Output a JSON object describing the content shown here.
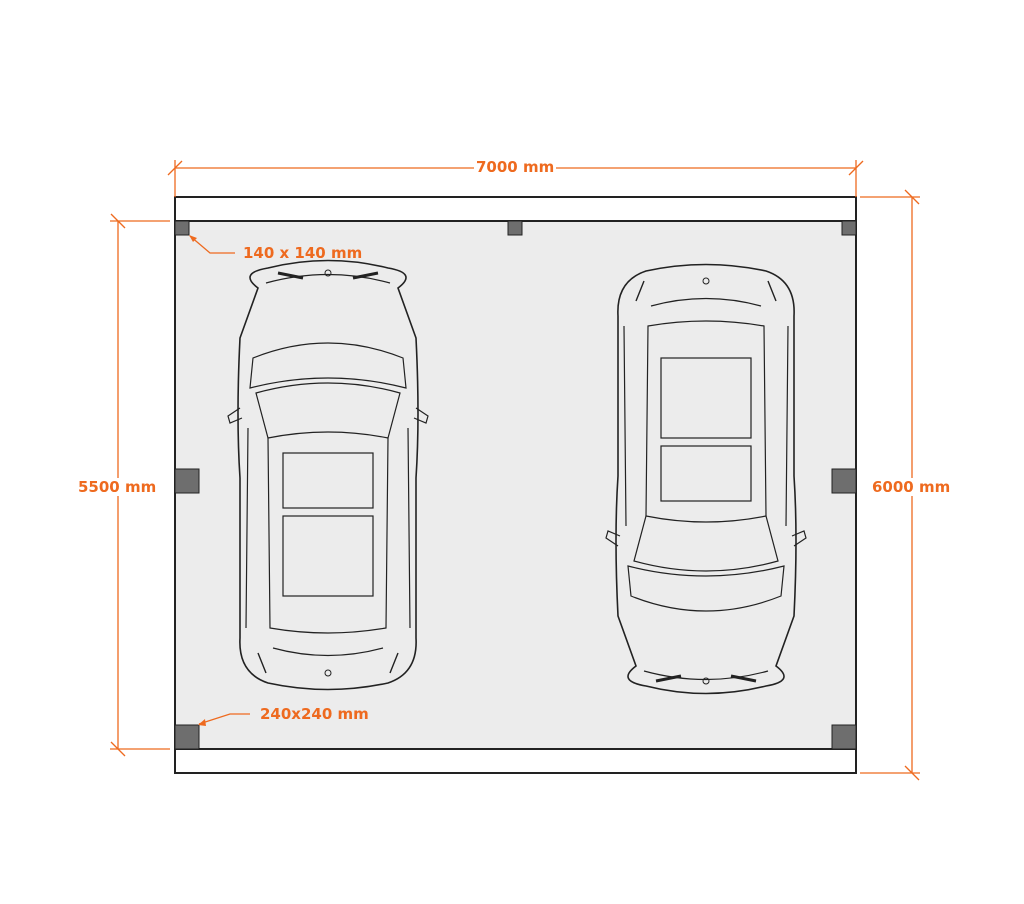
{
  "dimensions": {
    "width": "7000 mm",
    "depth_left": "5500 mm",
    "depth_right": "6000 mm",
    "small_post": "140 x 140 mm",
    "large_post": "240x240 mm"
  },
  "colors": {
    "accent": "#ee6a1f",
    "floor": "#ececec",
    "post": "#6e6e6e",
    "outline": "#222222"
  }
}
